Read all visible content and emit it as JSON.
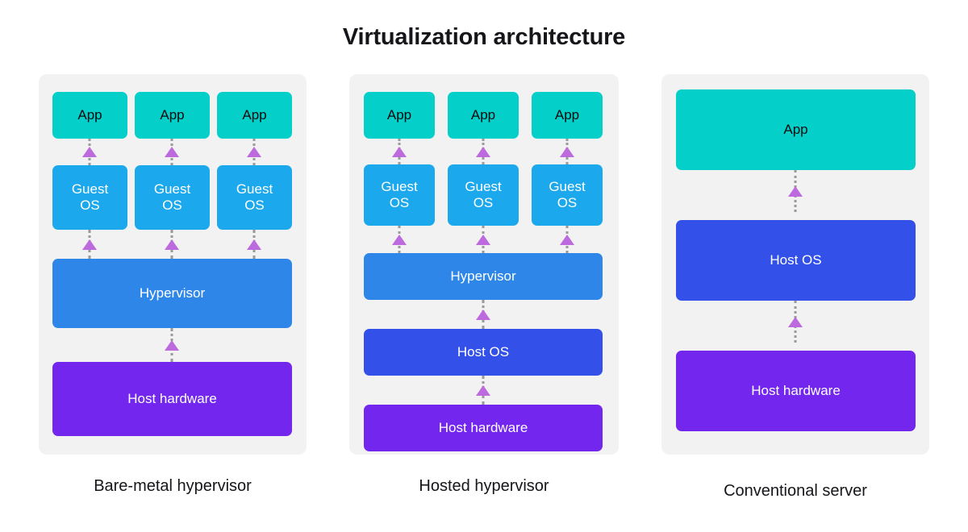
{
  "title": "Virtualization architecture",
  "colors": {
    "app": "#04CFC9",
    "guest_os": "#1BA8EC",
    "hypervisor": "#2E86E8",
    "host_os": "#3350E8",
    "host_hardware": "#7226EE",
    "panel_bg": "#F2F2F2",
    "arrow": "#BC6ADE",
    "line": "#9A9A9A",
    "page_bg": "#FFFFFF",
    "title_text": "#15151A"
  },
  "columns": [
    {
      "caption": "Bare-metal hypervisor",
      "layers": [
        {
          "label": "App",
          "kind": "app",
          "count": 3
        },
        {
          "label": "Guest\nOS",
          "kind": "guest_os",
          "count": 3
        },
        {
          "label": "Hypervisor",
          "kind": "hypervisor",
          "count": 1
        },
        {
          "label": "Host hardware",
          "kind": "host_hardware",
          "count": 1
        }
      ],
      "app_labels": [
        "App",
        "App",
        "App"
      ],
      "guest_labels": [
        "Guest OS",
        "Guest OS",
        "Guest OS"
      ],
      "hypervisor_label": "Hypervisor",
      "host_hardware_label": "Host hardware"
    },
    {
      "caption": "Hosted hypervisor",
      "layers": [
        {
          "label": "App",
          "kind": "app",
          "count": 3
        },
        {
          "label": "Guest\nOS",
          "kind": "guest_os",
          "count": 3
        },
        {
          "label": "Hypervisor",
          "kind": "hypervisor",
          "count": 1
        },
        {
          "label": "Host OS",
          "kind": "host_os",
          "count": 1
        },
        {
          "label": "Host hardware",
          "kind": "host_hardware",
          "count": 1
        }
      ],
      "app_labels": [
        "App",
        "App",
        "App"
      ],
      "guest_labels": [
        "Guest OS",
        "Guest OS",
        "Guest OS"
      ],
      "hypervisor_label": "Hypervisor",
      "host_os_label": "Host OS",
      "host_hardware_label": "Host hardware"
    },
    {
      "caption": "Conventional server",
      "layers": [
        {
          "label": "App",
          "kind": "app",
          "count": 1
        },
        {
          "label": "Host OS",
          "kind": "host_os",
          "count": 1
        },
        {
          "label": "Host hardware",
          "kind": "host_hardware",
          "count": 1
        }
      ],
      "app_label": "App",
      "host_os_label": "Host OS",
      "host_hardware_label": "Host hardware"
    }
  ],
  "guest_os_line1": "Guest",
  "guest_os_line2": "OS"
}
